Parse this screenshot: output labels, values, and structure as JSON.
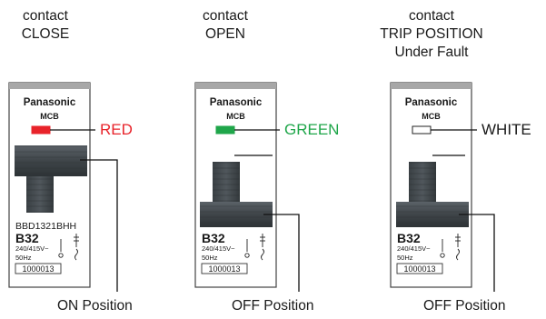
{
  "panels": [
    {
      "state_title": [
        "contact",
        "CLOSE"
      ],
      "brand": "Panasonic",
      "type": "MCB",
      "indicator_label": "RED",
      "indicator_color": "#e8232a",
      "model": "BBD1321BHH",
      "rating": "B32",
      "voltage": "240/415V~",
      "frequency": "50Hz",
      "serial": "1000013",
      "position_caption": "ON Position",
      "handle_state": "on"
    },
    {
      "state_title": [
        "contact",
        "OPEN"
      ],
      "brand": "Panasonic",
      "type": "MCB",
      "indicator_label": "GREEN",
      "indicator_color": "#1fa64a",
      "model": "",
      "rating": "B32",
      "voltage": "240/415V~",
      "frequency": "50Hz",
      "serial": "1000013",
      "position_caption": "OFF Position",
      "handle_state": "off"
    },
    {
      "state_title": [
        "contact",
        "TRIP POSITION",
        "Under Fault"
      ],
      "brand": "Panasonic",
      "type": "MCB",
      "indicator_label": "WHITE",
      "indicator_color": "#ffffff",
      "model": "",
      "rating": "B32",
      "voltage": "240/415V~",
      "frequency": "50Hz",
      "serial": "1000013",
      "position_caption": "OFF Position",
      "handle_state": "trip"
    }
  ]
}
